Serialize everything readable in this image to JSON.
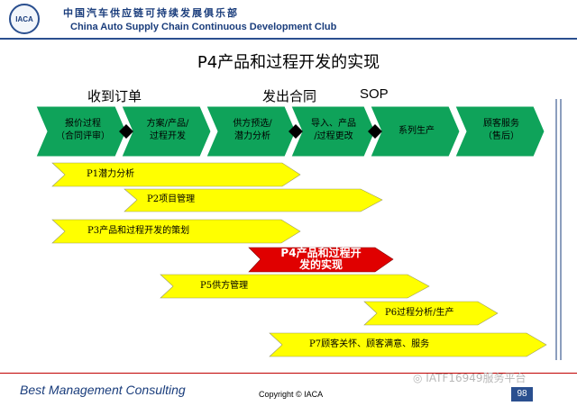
{
  "header": {
    "logo_text": "IACA",
    "title_cn": "中国汽车供应链可持续发展俱乐部",
    "title_en": "China Auto Supply Chain Continuous Development Club"
  },
  "slide": {
    "title": "P4产品和过程开发的实现"
  },
  "milestones": [
    "收到订单",
    "发出合同",
    "SOP"
  ],
  "stages": [
    {
      "line1": "报价过程",
      "line2": "（合同评审）"
    },
    {
      "line1": "方案/产品/",
      "line2": "过程开发"
    },
    {
      "line1": "供方预选/",
      "line2": "潜力分析"
    },
    {
      "line1": "导入、产品",
      "line2": "/过程更改"
    },
    {
      "line1": "系列生产",
      "line2": ""
    },
    {
      "line1": "顾客服务",
      "line2": "（售后）"
    }
  ],
  "bars": [
    {
      "label": "P1潜力分析"
    },
    {
      "label": "P2项目管理"
    },
    {
      "label": "P3产品和过程开发的策划"
    },
    {
      "label": "P4产品和过程开",
      "label2": "发的实现"
    },
    {
      "label": "P5供方管理"
    },
    {
      "label": "P6过程分析/生产"
    },
    {
      "label": "P7顾客关怀、顾客满意、服务"
    }
  ],
  "footer": {
    "brand": "Best Management Consulting",
    "copyright": "Copyright © IACA",
    "page": "98",
    "watermark": "IATF16949服务平台"
  },
  "colors": {
    "chevron_green": "#0fa35a",
    "bar_yellow": "#ffff00",
    "bar_red": "#e00000",
    "brand_blue": "#1a3d7c"
  }
}
